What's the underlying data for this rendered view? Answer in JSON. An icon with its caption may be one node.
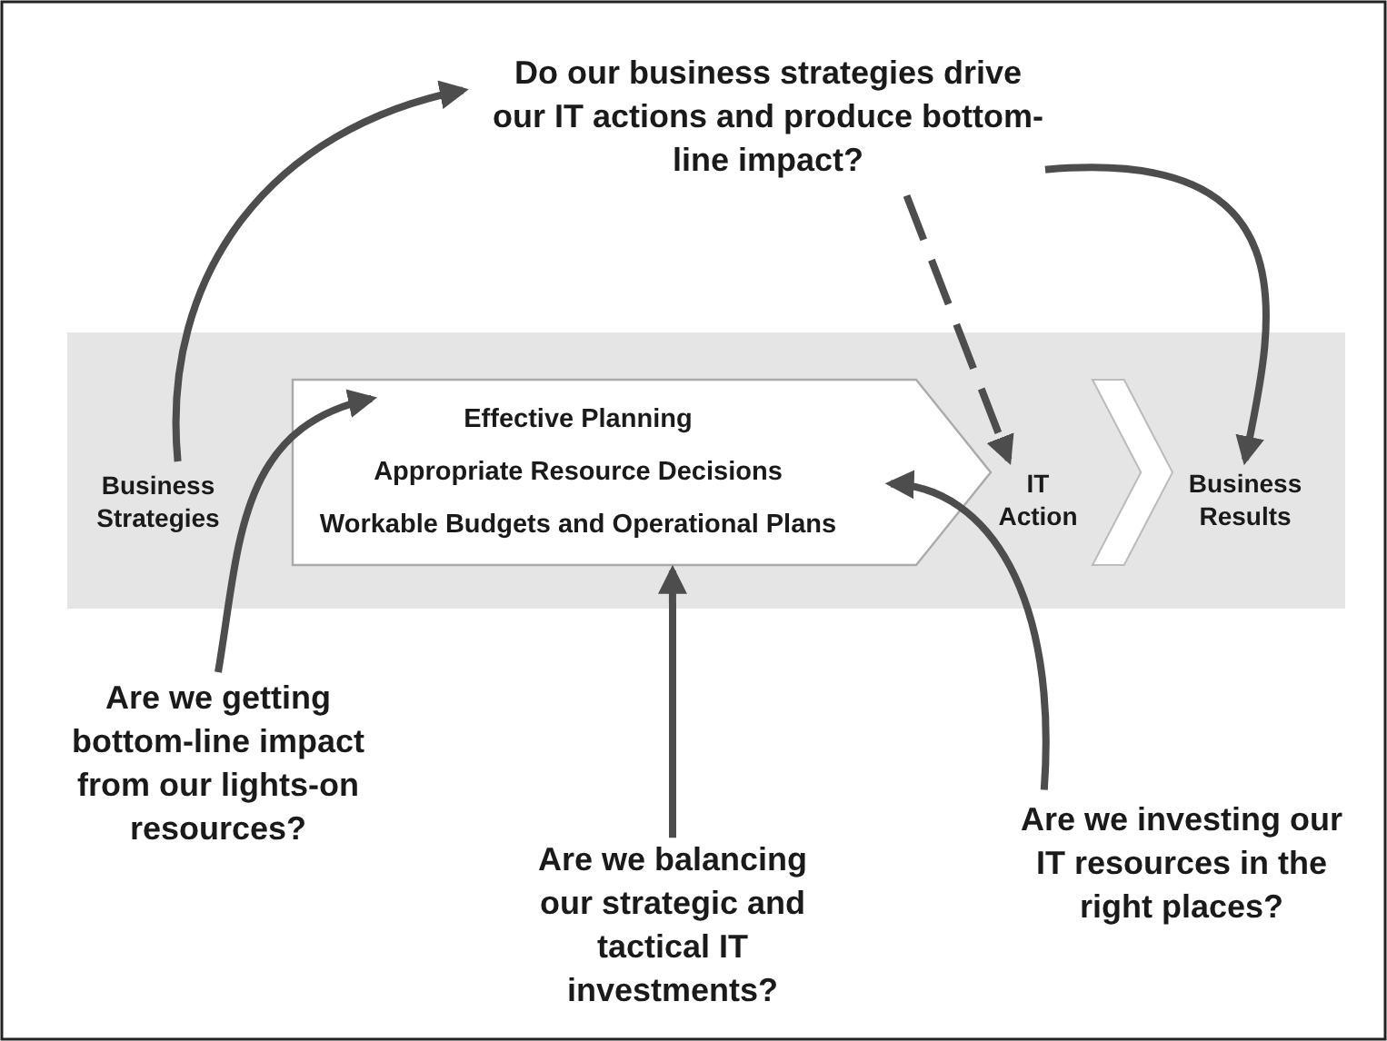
{
  "diagram": {
    "nodes": [
      {
        "text": [
          "Do our business strategies drive our IT actions and produce bottom-line impact?"
        ]
      },
      {
        "text": [
          "Business Strategies"
        ]
      },
      {
        "text": [
          "Effective Planning",
          "Appropriate Resource Decisions",
          "Workable Budgets and Operational Plans"
        ]
      },
      {
        "text": [
          "IT Action"
        ]
      },
      {
        "text": [],
        "shape": "chevron"
      },
      {
        "text": [
          "Business Results"
        ]
      },
      {
        "text": [
          "Are we getting bottom-line impact from our lights-on resources?"
        ]
      },
      {
        "text": [
          "Are we balancing our strategic and tactical IT investments?"
        ]
      },
      {
        "text": [
          "Are we investing our IT resources in the right places?"
        ]
      }
    ],
    "edges": [
      {
        "from": 1,
        "to": 0,
        "arrow": "to"
      },
      {
        "from": 0,
        "to": 5,
        "arrow": "to"
      },
      {
        "from": 0,
        "to": 3,
        "arrow": "to",
        "style": "dashed"
      },
      {
        "from": 6,
        "to": 2,
        "arrow": "to"
      },
      {
        "from": 7,
        "to": 2,
        "arrow": "to"
      },
      {
        "from": 8,
        "to": 2,
        "arrow": "to"
      }
    ]
  }
}
